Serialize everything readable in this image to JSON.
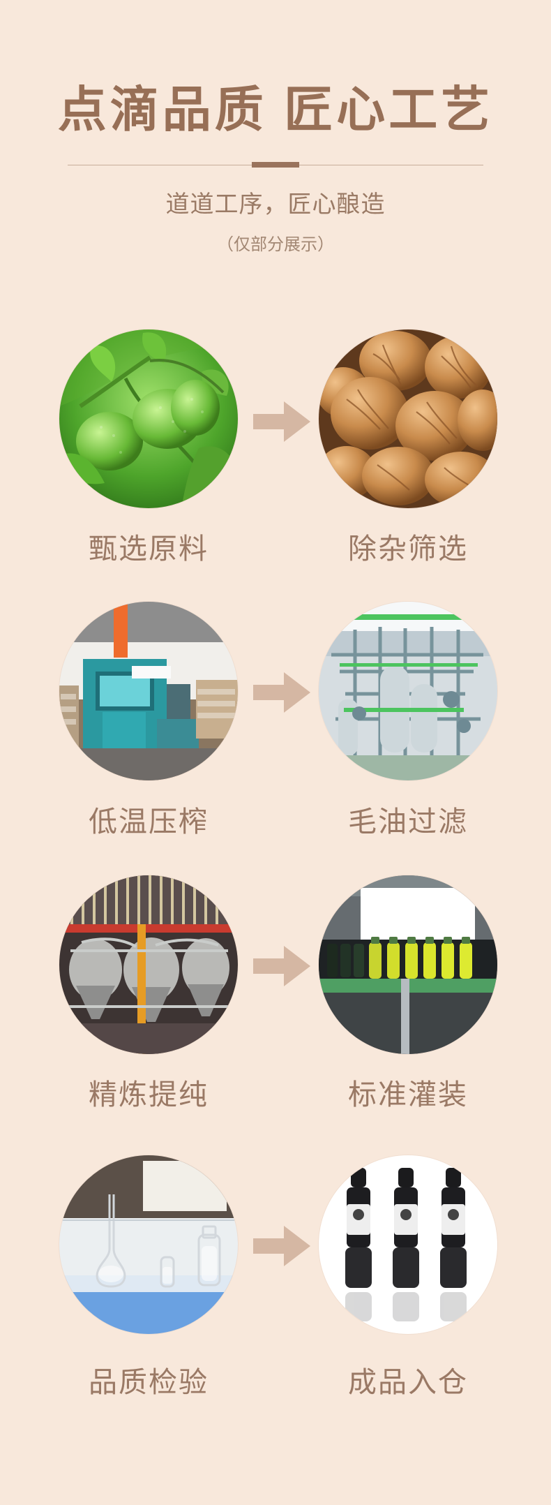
{
  "header": {
    "title": "点滴品质 匠心工艺",
    "subtitle": "道道工序，匠心酿造",
    "note": "（仅部分展示）"
  },
  "steps": [
    {
      "label": "甄选原料"
    },
    {
      "label": "除杂筛选"
    },
    {
      "label": "低温压榨"
    },
    {
      "label": "毛油过滤"
    },
    {
      "label": "精炼提纯"
    },
    {
      "label": "标准灌装"
    },
    {
      "label": "品质检验"
    },
    {
      "label": "成品入仓"
    }
  ],
  "colors": {
    "background": "#f8e8db",
    "text": "#9a7965",
    "accent": "#9a735c",
    "arrow": "#d5b7a3"
  },
  "icons": {
    "arrow": "arrow-right-icon"
  }
}
